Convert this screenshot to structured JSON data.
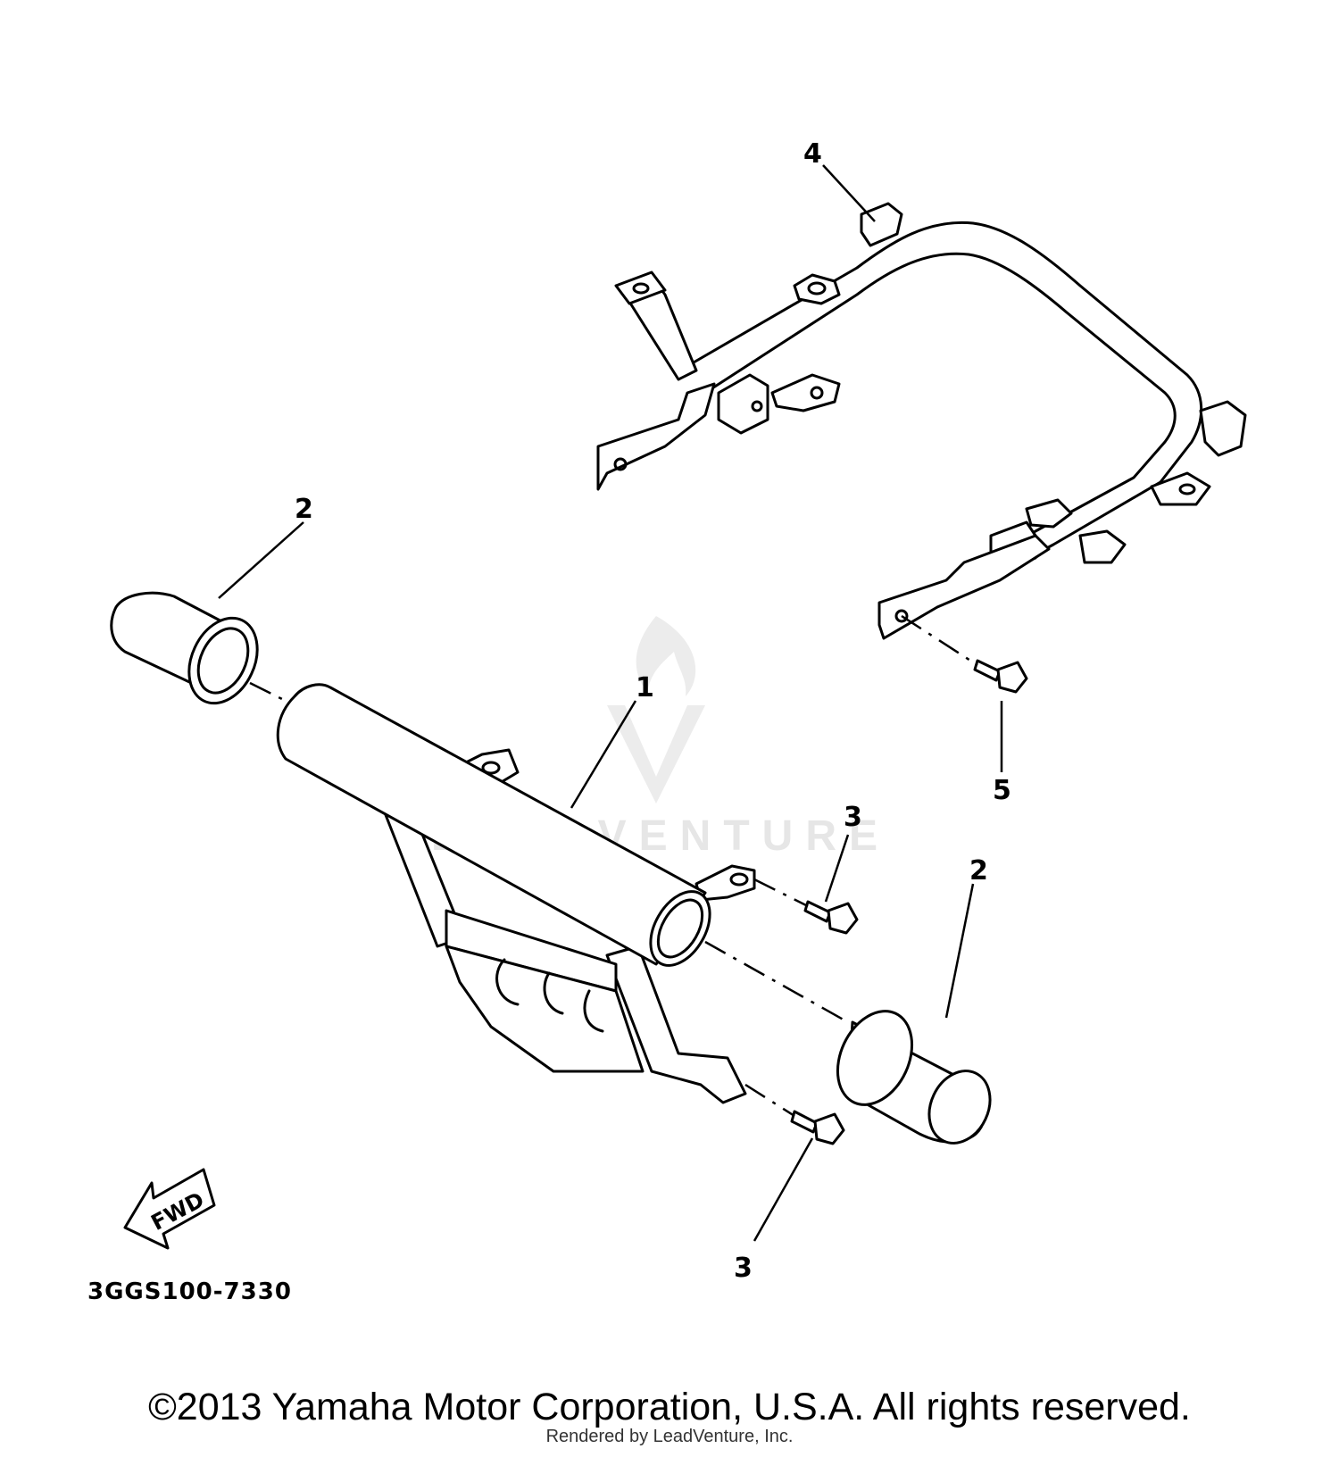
{
  "diagram": {
    "callouts": {
      "c1": "1",
      "c2a": "2",
      "c2b": "2",
      "c3a": "3",
      "c3b": "3",
      "c4": "4",
      "c5": "5"
    },
    "fwd_label": "FWD",
    "part_code": "3GGS100-7330",
    "watermark_text": "LEADVENTURE"
  },
  "footer": {
    "copyright": "©2013 Yamaha Motor Corporation, U.S.A. All rights reserved.",
    "rendered_by": "Rendered by LeadVenture, Inc."
  }
}
